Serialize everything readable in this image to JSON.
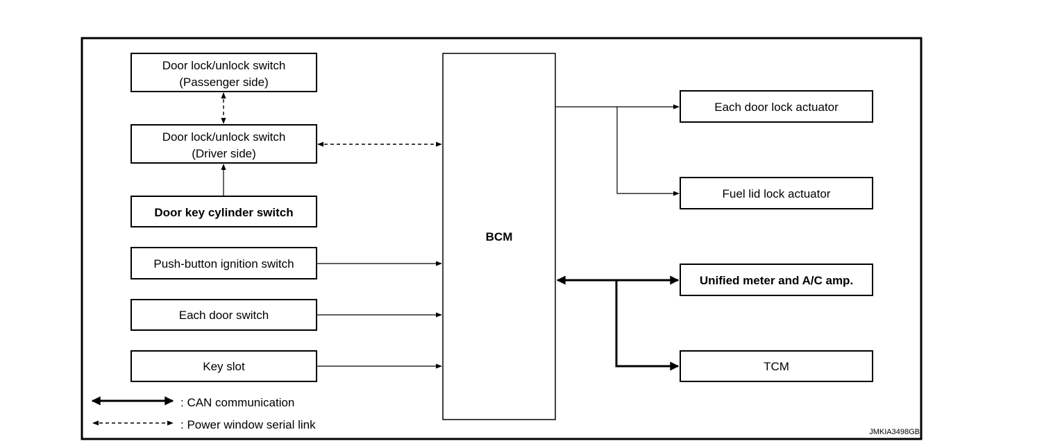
{
  "diagram": {
    "inputs": [
      {
        "id": "door-lock-unlock-switch-passenger",
        "lines": [
          "Door lock/unlock switch",
          "(Passenger side)"
        ]
      },
      {
        "id": "door-lock-unlock-switch-driver",
        "lines": [
          "Door lock/unlock switch",
          "(Driver side)"
        ]
      },
      {
        "id": "door-key-cylinder-switch",
        "lines": [
          "Door key cylinder switch"
        ]
      },
      {
        "id": "push-button-ignition-switch",
        "lines": [
          "Push-button ignition switch"
        ]
      },
      {
        "id": "each-door-switch",
        "lines": [
          "Each door switch"
        ]
      },
      {
        "id": "key-slot",
        "lines": [
          "Key slot"
        ]
      }
    ],
    "bcm": {
      "label": "BCM"
    },
    "outputs": [
      {
        "id": "each-door-lock-actuator",
        "lines": [
          "Each door lock actuator"
        ]
      },
      {
        "id": "fuel-lid-lock-actuator",
        "lines": [
          "Fuel lid lock actuator"
        ]
      },
      {
        "id": "unified-meter-and-ac-amp",
        "lines": [
          "Unified meter and A/C amp."
        ]
      },
      {
        "id": "tcm",
        "lines": [
          "TCM"
        ]
      }
    ],
    "legend": [
      {
        "type": "can",
        "label": ": CAN communication"
      },
      {
        "type": "serial",
        "label": ": Power window serial link"
      }
    ],
    "code": "JMKIA3498GB"
  }
}
